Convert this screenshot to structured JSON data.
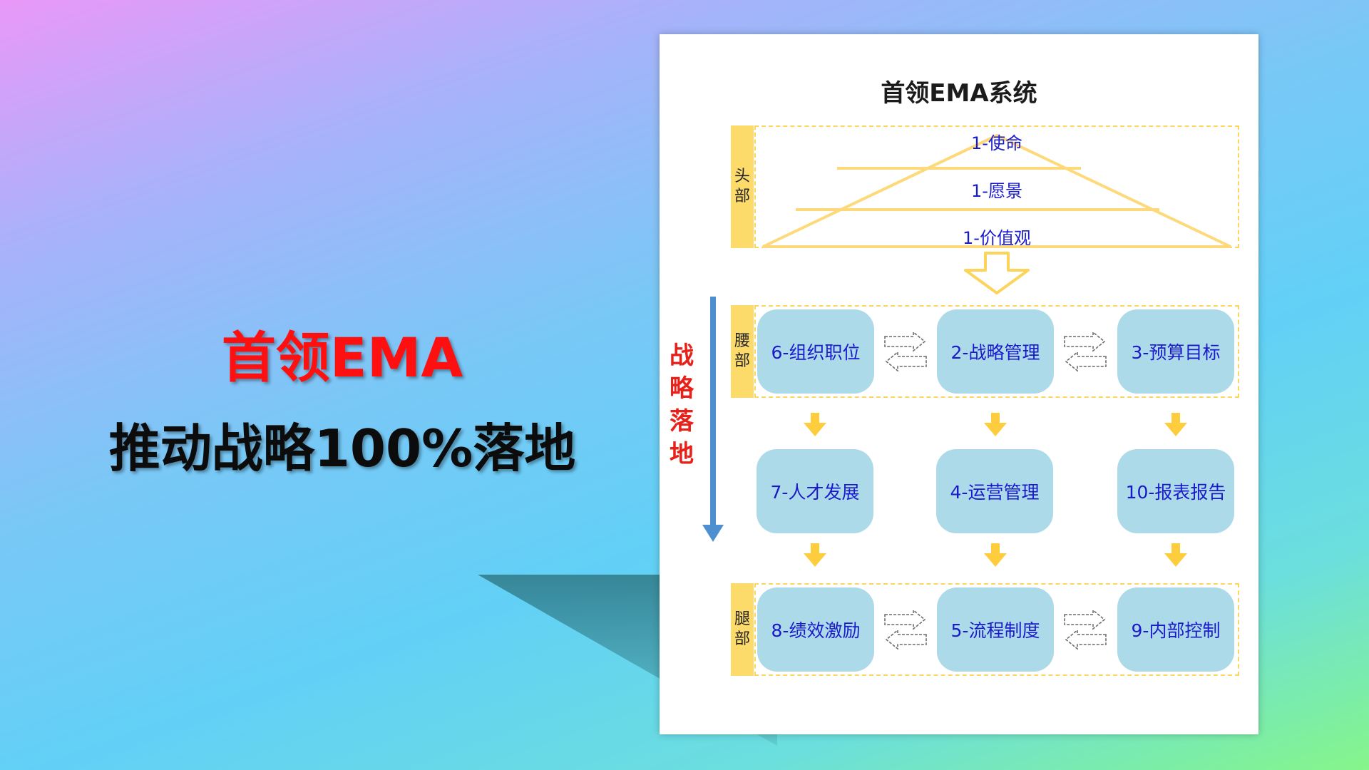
{
  "headline": {
    "line1": "首领EMA",
    "line2": "推动战略100%落地"
  },
  "diagram": {
    "title": "首领EMA系统",
    "flow_label": "战略落地",
    "sections": {
      "head": {
        "label": "头部",
        "layers": [
          "1-使命",
          "1-愿景",
          "1-价值观"
        ]
      },
      "waist": {
        "label": "腰部",
        "nodes": [
          "6-组织职位",
          "2-战略管理",
          "3-预算目标"
        ]
      },
      "middle": {
        "nodes": [
          "7-人才发展",
          "4-运营管理",
          "10-报表报告"
        ]
      },
      "legs": {
        "label": "腿部",
        "nodes": [
          "8-绩效激励",
          "5-流程制度",
          "9-内部控制"
        ]
      }
    },
    "colors": {
      "accent_yellow": "#fddb6a",
      "node_fill": "#acdae9",
      "node_text": "#1a1ac9",
      "flow_arrow": "#4d8fd0",
      "flow_label": "#e8201a",
      "headline_red": "#ff1010"
    }
  }
}
